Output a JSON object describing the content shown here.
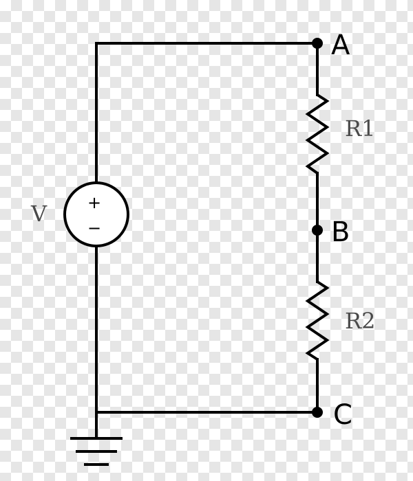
{
  "circuit": {
    "source": {
      "label": "V",
      "plus": "+",
      "minus": "−"
    },
    "resistors": [
      {
        "label": "R1"
      },
      {
        "label": "R2"
      }
    ],
    "nodes": [
      {
        "label": "A"
      },
      {
        "label": "B"
      },
      {
        "label": "C"
      }
    ]
  },
  "colors": {
    "wire": "#000000",
    "component_label": "#4a4a4a",
    "background_checker": "#e6e6e6"
  }
}
